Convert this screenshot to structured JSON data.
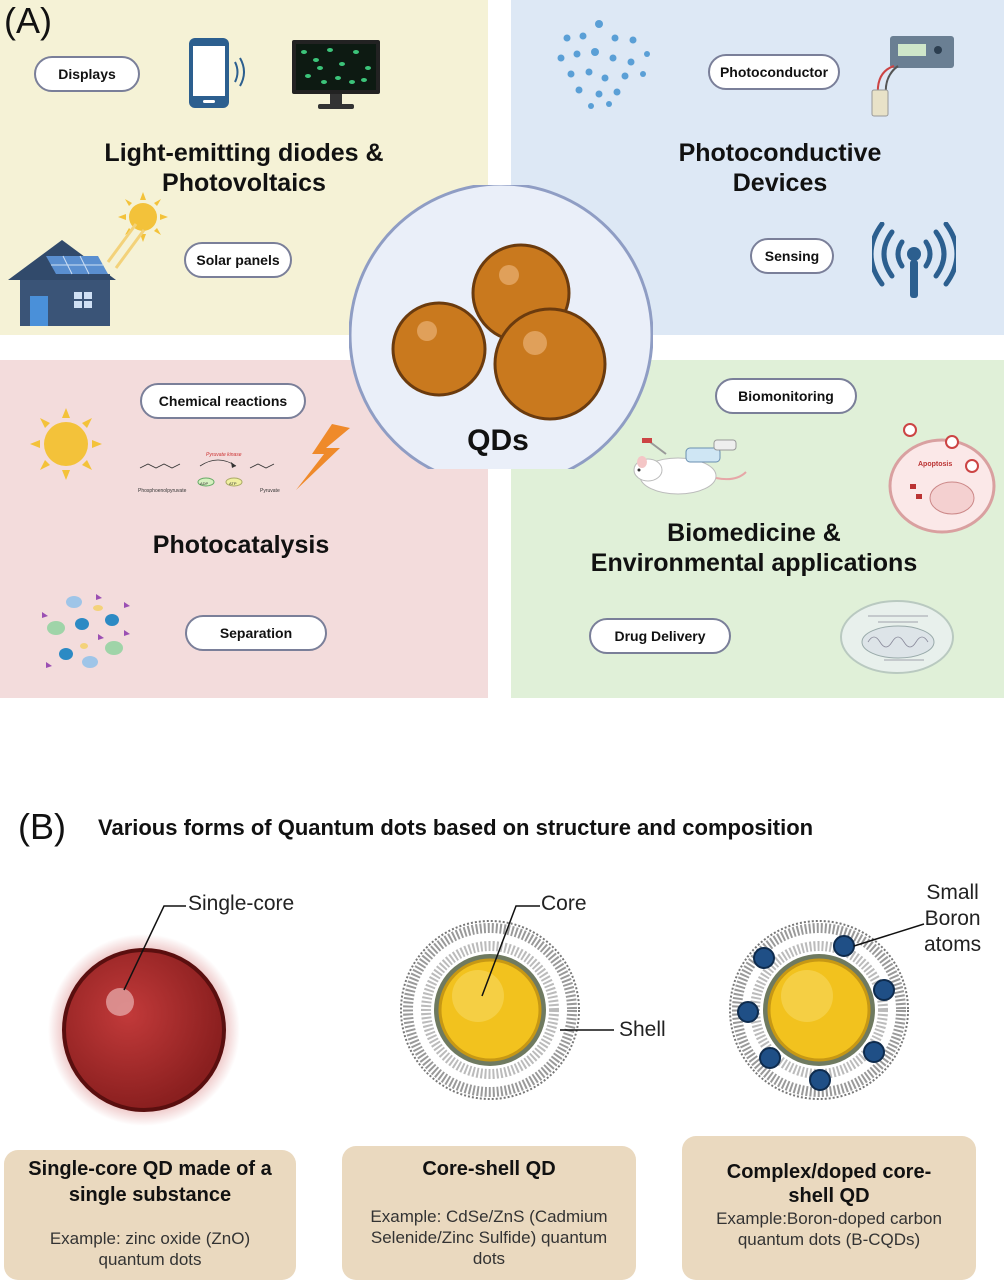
{
  "panel_a": {
    "label": "(A)",
    "center_label": "QDs",
    "top_left": {
      "title_line1": "Light-emitting diodes &",
      "title_line2": "Photovoltaics",
      "pill_1": "Displays",
      "pill_2": "Solar panels"
    },
    "top_right": {
      "title_line1": "Photoconductive",
      "title_line2": "Devices",
      "pill_1": "Photoconductor",
      "pill_2": "Sensing"
    },
    "bottom_left": {
      "title": "Photocatalysis",
      "pill_1": "Chemical reactions",
      "pill_2": "Separation",
      "scheme_left": "Phosphoenolpyruvate",
      "scheme_right": "Pyruvate",
      "scheme_enzyme": "Pyruvate kinase",
      "scheme_adp": "ADP",
      "scheme_atp": "ATP"
    },
    "bottom_right": {
      "title_line1": "Biomedicine &",
      "title_line2": "Environmental applications",
      "pill_1": "Biomonitoring",
      "pill_2": "Drug Delivery",
      "cell_label": "Apoptosis"
    }
  },
  "panel_b": {
    "label": "(B)",
    "title": "Various forms of Quantum dots based on structure and composition",
    "single_core_label": "Single-core",
    "core_label": "Core",
    "shell_label": "Shell",
    "boron_line1": "Small",
    "boron_line2": "Boron",
    "boron_line3": "atoms",
    "cards": [
      {
        "title_line1": "Single-core QD made of a",
        "title_line2": "single substance",
        "ex_line1": "Example: zinc oxide (ZnO)",
        "ex_line2": "quantum dots"
      },
      {
        "title_line1": "Core-shell QD",
        "title_line2": "",
        "ex_line1": "Example: CdSe/ZnS (Cadmium",
        "ex_line2": "Selenide/Zinc Sulfide) quantum",
        "ex_line3": "dots"
      },
      {
        "title_line1": "Complex/doped core-",
        "title_line2": "shell QD",
        "ex_line1": "Example:Boron-doped carbon",
        "ex_line2": "quantum dots (B-CQDs)"
      }
    ]
  },
  "colors": {
    "quad_top_left": "#f5f2d6",
    "quad_top_right": "#dde8f5",
    "quad_bottom_left": "#f3dcdc",
    "quad_bottom_right": "#e0f0d8",
    "qd_orange": "#c9791e",
    "single_core_red": "#a82a2a",
    "core_yellow": "#f2c21e",
    "boron_blue": "#1f4f86",
    "card_beige": "#ead9bf"
  }
}
